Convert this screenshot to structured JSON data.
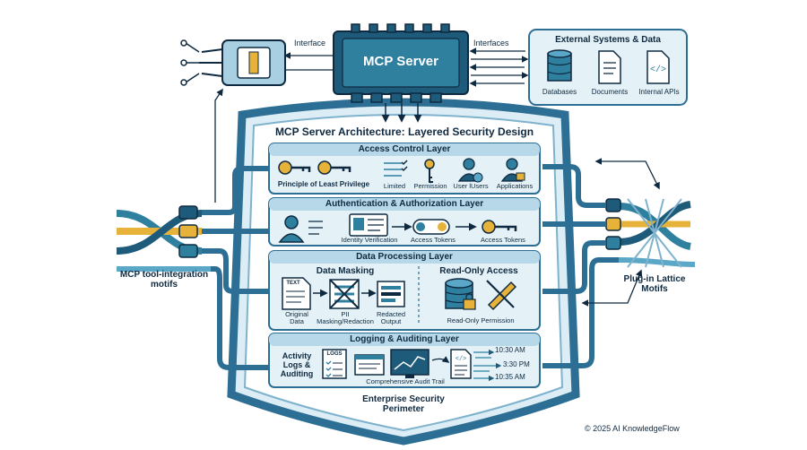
{
  "server": {
    "title": "MCP Server",
    "left_interface": "Interface",
    "right_interface": "Interfaces"
  },
  "external": {
    "title": "External Systems & Data",
    "items": [
      {
        "label": "Databases",
        "icon": "database-icon"
      },
      {
        "label": "Documents",
        "icon": "document-icon"
      },
      {
        "label": "Internal APIs",
        "icon": "code-file-icon"
      }
    ]
  },
  "architecture": {
    "title": "MCP Server Architecture: Layered Security Design",
    "perimeter": [
      "Enterprise Security",
      "Perimeter"
    ]
  },
  "layers": {
    "access": {
      "title": "Access Control Layer",
      "least_privilege": "Principle of Least Privilege",
      "limited": "Limited",
      "permission": "Permission",
      "users": "User lUsers",
      "applications": "Applications"
    },
    "auth": {
      "title": "Authentication & Authorization Layer",
      "identity": "Identity Verification",
      "tokens1": "Access Tokens",
      "tokens2": "Access Tokens"
    },
    "processing": {
      "title": "Data Processing Layer",
      "masking_title": "Data Masking",
      "readonly_title": "Read-Only Access",
      "text_tag": "TEXT",
      "original": [
        "Original",
        "Data"
      ],
      "pii": [
        "PII",
        "Masking/Redaction"
      ],
      "redacted": [
        "Redacted",
        "Output"
      ],
      "readonly_permission": "Read-Only Permission"
    },
    "logging": {
      "title": "Logging & Auditing Layer",
      "activity": [
        "Activity",
        "Logs &",
        "Auditing"
      ],
      "logs_tag": "LOGS",
      "audit_trail": "Comprehensive Audit Trail",
      "times": [
        "10:30 AM",
        "3:30 PM",
        "10:35 AM"
      ]
    }
  },
  "motifs": {
    "left": [
      "MCP tool-integration",
      "motifs"
    ],
    "right": [
      "Plug-in Lattice",
      "Motifs"
    ]
  },
  "copyright": "© 2025 AI KnowledgeFlow",
  "colors": {
    "navy": "#0f2a40",
    "teal": "#2f7f9f",
    "light_blue": "#dcedf5",
    "gold": "#e6b23a",
    "shield": "#2d6f94"
  }
}
